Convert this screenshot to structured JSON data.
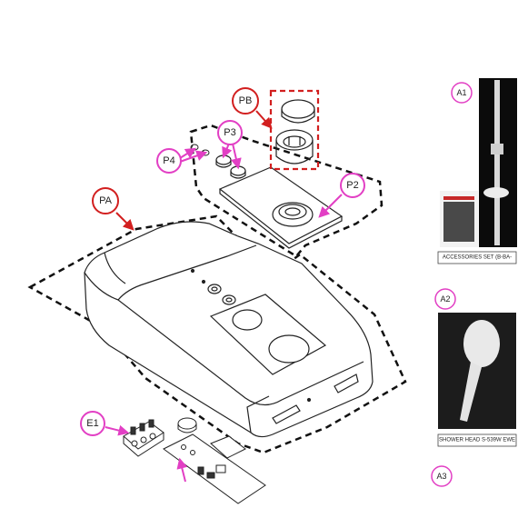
{
  "colors": {
    "magenta": "#e23fc4",
    "red": "#d21f1f",
    "line": "#222222",
    "dash": "#111111"
  },
  "callouts": {
    "pa": "PA",
    "pb": "PB",
    "p2": "P2",
    "p3": "P3",
    "p4": "P4",
    "e1": "E1",
    "a1": "A1",
    "a2": "A2",
    "a3": "A3"
  },
  "captions": {
    "accessories": "ACCESSORIES SET (B-BA-",
    "shower_head": "SHOWER HEAD S-539W EWE"
  }
}
